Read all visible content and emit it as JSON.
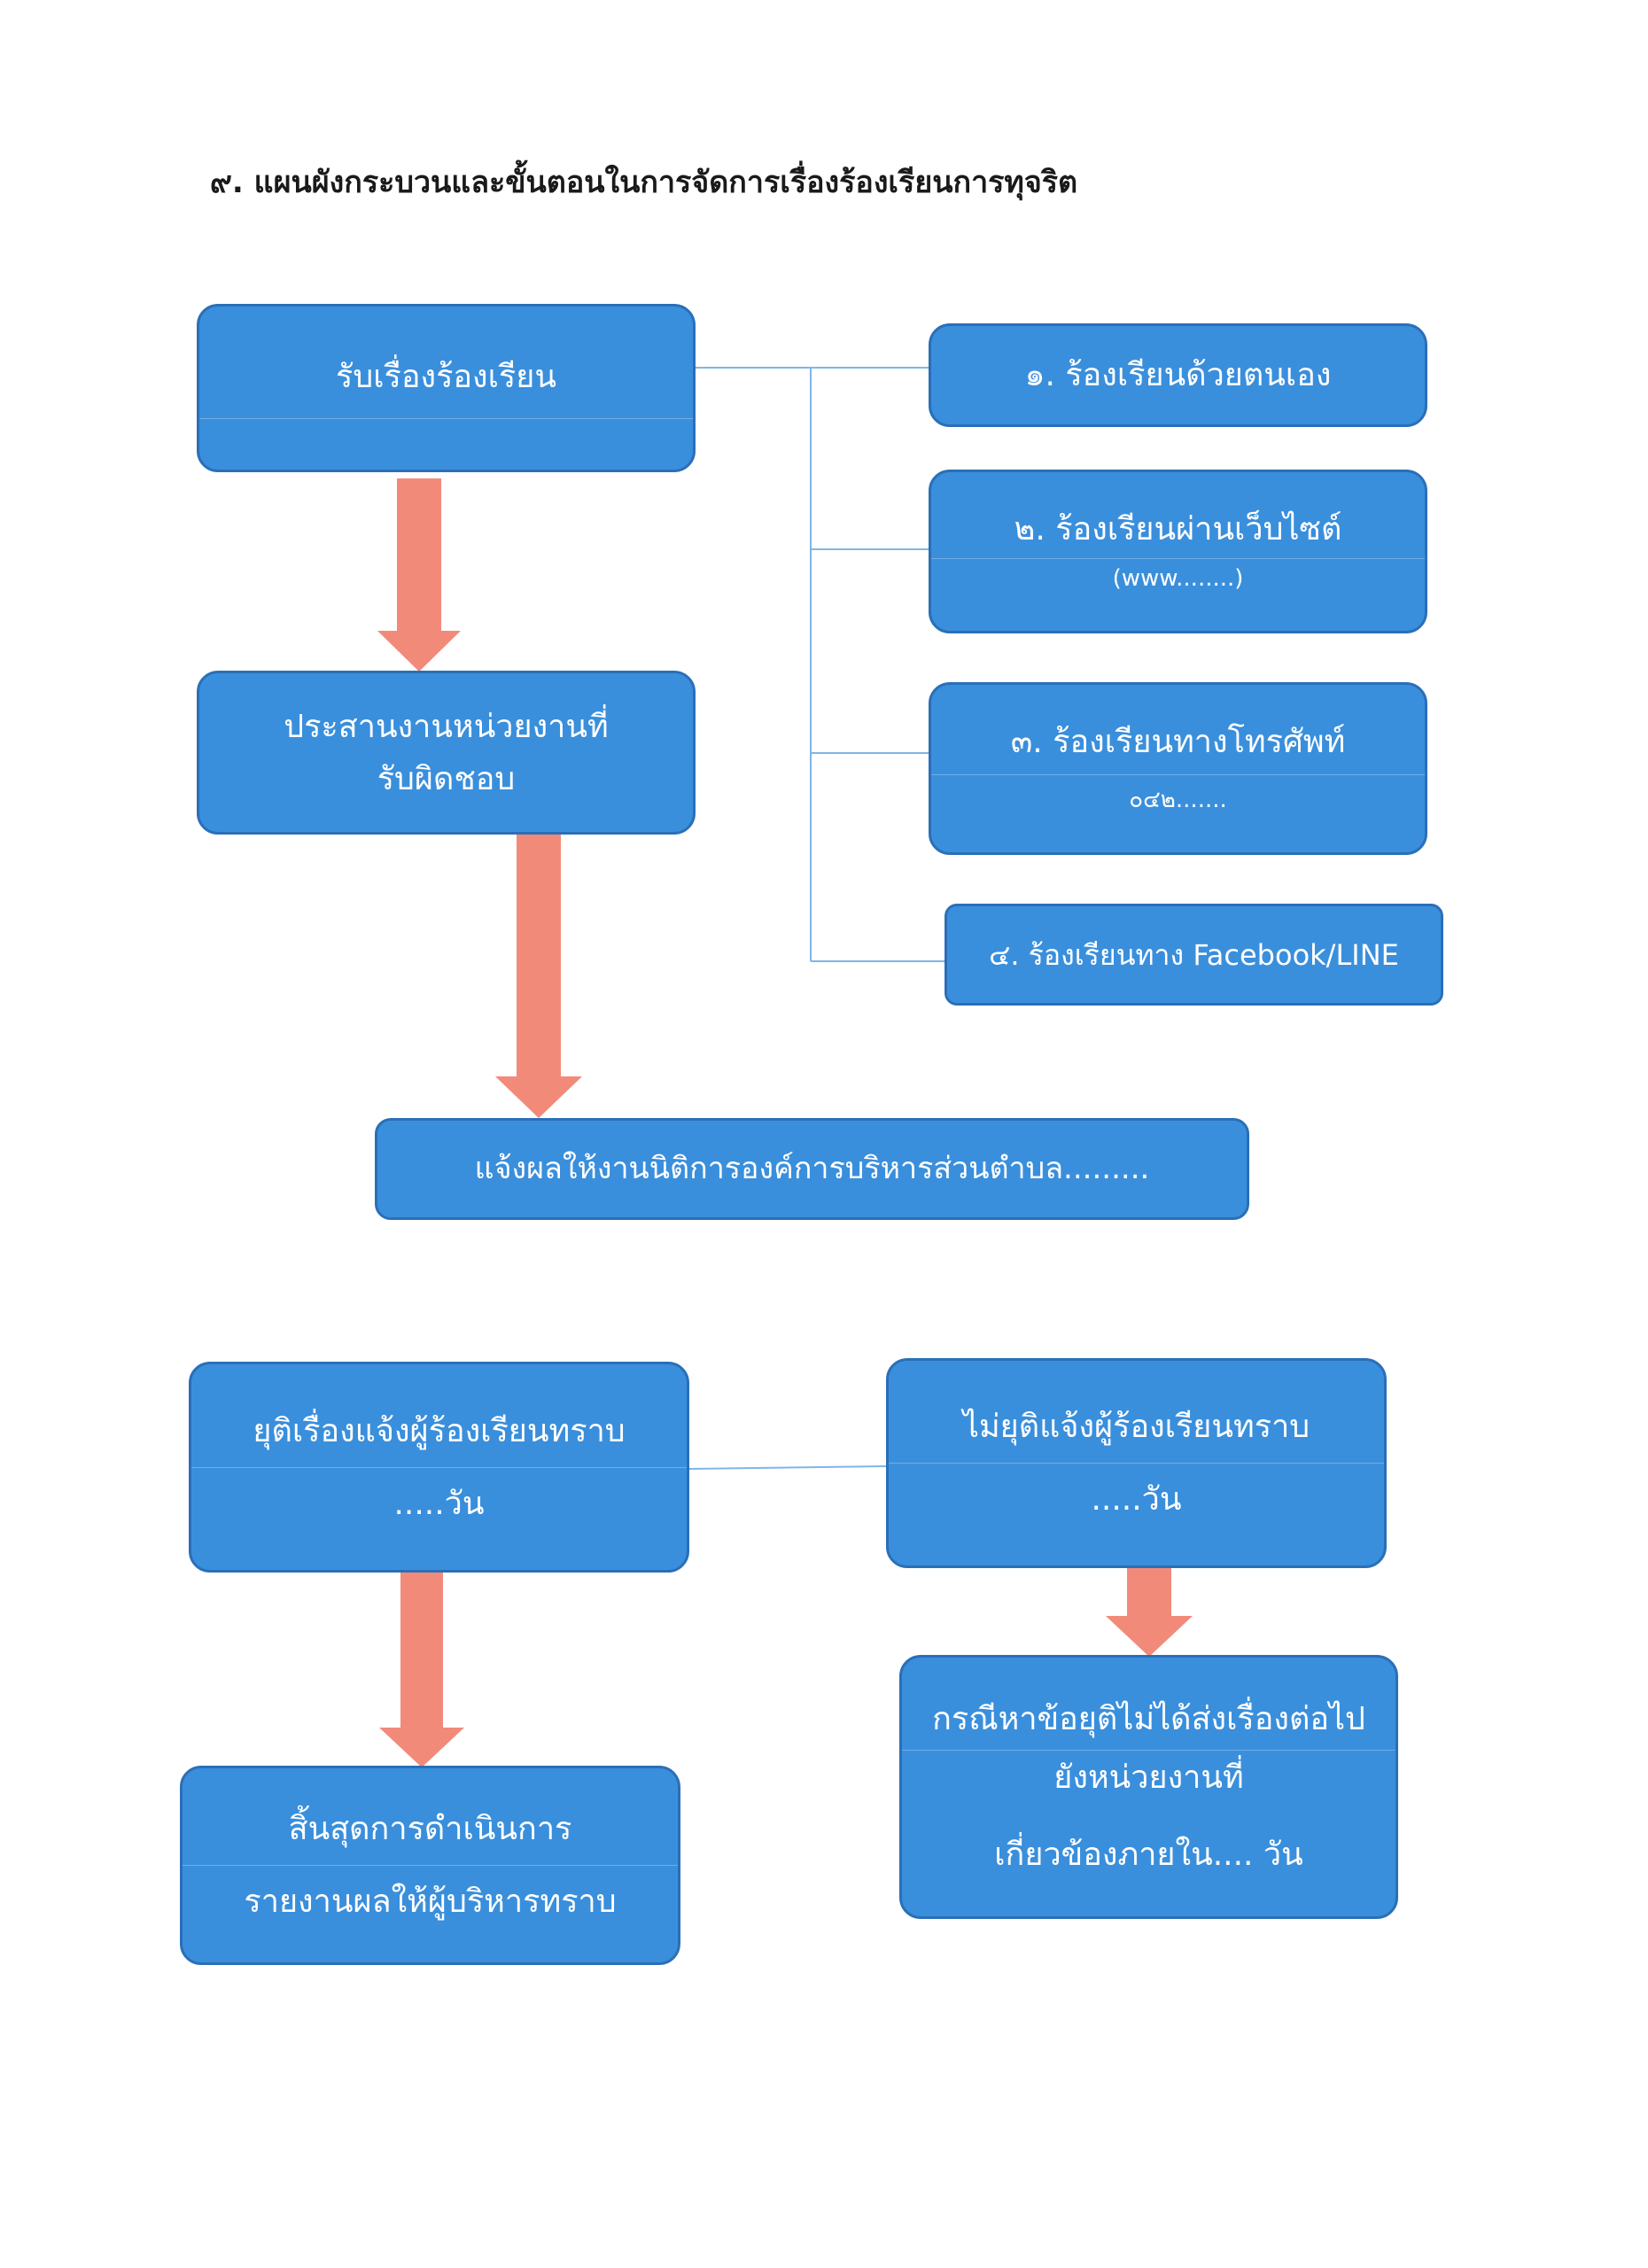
{
  "title": "๙. แผนผังกระบวนและขั้นตอนในการจัดการเรื่องร้องเรียนการทุจริต",
  "boxes": {
    "receive": "รับเรื่องร้องเรียน",
    "coordinate": [
      "ประสานงานหน่วยงานที่",
      "รับผิดชอบ"
    ],
    "channel1": "๑. ร้องเรียนด้วยตนเอง",
    "channel2": [
      "๒. ร้องเรียนผ่านเว็บไซต์",
      "(www........)"
    ],
    "channel3": [
      "๓. ร้องเรียนทางโทรศัพท์",
      "๐๔๒......."
    ],
    "channel4": "๔. ร้องเรียนทาง Facebook/LINE",
    "notify": "แจ้งผลให้งานนิติการองค์การบริหารส่วนตำบล.........",
    "resolved": [
      "ยุติเรื่องแจ้งผู้ร้องเรียนทราบ",
      ".....วัน"
    ],
    "unresolved": [
      "ไม่ยุติแจ้งผู้ร้องเรียนทราบ",
      ".....วัน"
    ],
    "end": [
      "สิ้นสุดการดำเนินการ",
      "รายงานผลให้ผู้บริหารทราบ"
    ],
    "forward": [
      "กรณีหาข้อยุติไม่ได้ส่งเรื่องต่อไป",
      "ยังหน่วยงานที่",
      "เกี่ยวข้องภายใน....  วัน"
    ]
  },
  "colors": {
    "box_fill": "#3a8fdc",
    "box_border": "#2a6fb8",
    "arrow": "#f28a7a",
    "connector": "#7fb6e6",
    "text": "#ffffff"
  }
}
